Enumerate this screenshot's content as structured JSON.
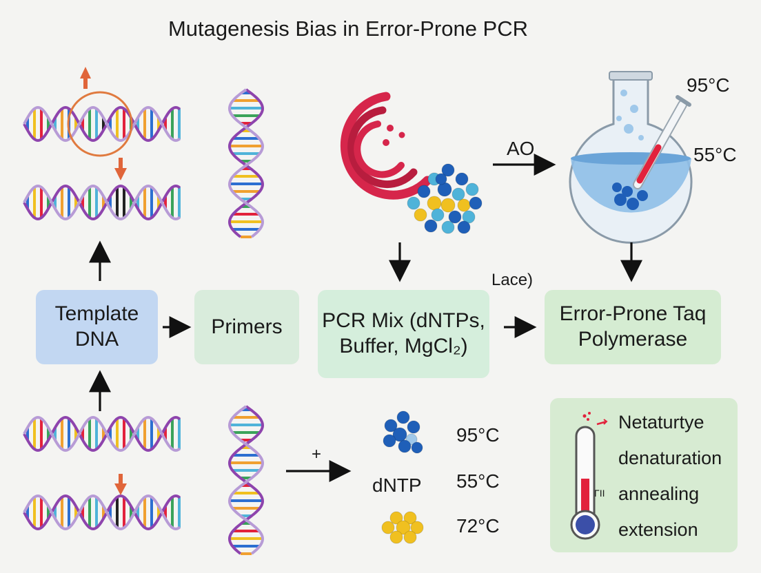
{
  "title": "Mutagenesis Bias in Error-Prone PCR",
  "boxes": {
    "template_dna": "Template DNA",
    "primers": "Primers",
    "pcr_mix": "PCR Mix (dNTPs, Buffer, MgCl₂)",
    "taq": "Error-Prone Taq Polymerase"
  },
  "labels": {
    "ao": "AO",
    "lace": "Lace)",
    "plus": "+",
    "dntp": "dNTP",
    "flask_temp_high": "95°C",
    "flask_temp_low": "55°C",
    "cycle_temps": [
      "95°C",
      "55°C",
      "72°C"
    ],
    "thermo_mark": "ΓΙΙ"
  },
  "legend": [
    "Netaturtye",
    "denaturation",
    "annealing",
    "extension"
  ],
  "colors": {
    "template_box": "#c2d7f2",
    "primers_box": "#d9ecdc",
    "mix_box": "#d5eedc",
    "taq_box": "#d5ecd2",
    "legend_box": "#d7ebd2",
    "dna_backbone": "#8e44ad",
    "highlight_ring": "#e07a3f",
    "mutation_arrow": "#e0653a",
    "polymerase": "#d6264b",
    "dntp_blue": "#1f5fb8",
    "dntp_teal": "#4fb3d9",
    "dntp_yellow": "#f0c020",
    "flask_liquid": "#8fbfe8",
    "thermo_red": "#e2223c"
  }
}
